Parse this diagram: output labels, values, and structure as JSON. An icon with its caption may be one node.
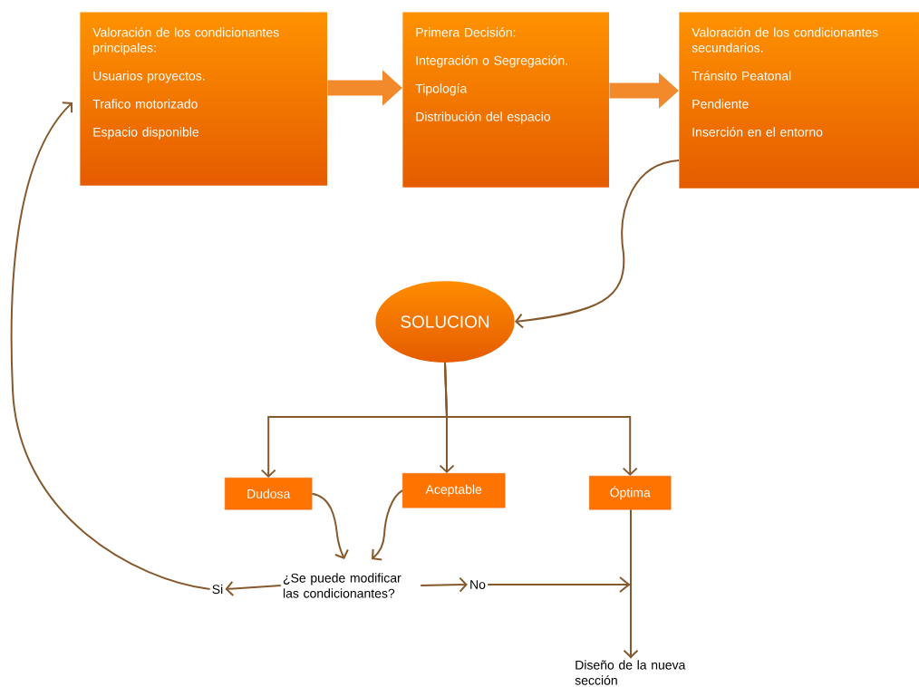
{
  "diagram": {
    "nodes": [
      {
        "text": [
          "Valoración de los condicionantes principales:",
          "Usuarios proyectos.",
          "Trafico motorizado",
          "Espacio disponible"
        ]
      },
      {
        "text": [
          "Primera Decisión:",
          "Integración o Segregación.",
          "Tipología",
          "Distribución del espacio"
        ]
      },
      {
        "text": [
          "Valoración de los condicionantes secundarios.",
          "Tránsito Peatonal",
          "Pendiente",
          "Inserción en el entorno"
        ]
      },
      {
        "text": [
          "SOLUCION"
        ]
      },
      {
        "text": [
          "Dudosa"
        ]
      },
      {
        "text": [
          "Aceptable"
        ]
      },
      {
        "text": [
          "Óptima"
        ]
      },
      {
        "text": [
          "¿Se puede modificar las condicionantes?"
        ]
      },
      {
        "text": [
          "Si"
        ]
      },
      {
        "text": [
          "No"
        ]
      },
      {
        "text": [
          "Diseño de la nueva sección"
        ]
      }
    ],
    "edges": [
      {
        "from": 0,
        "to": 1,
        "arrow": "to",
        "style": "thick",
        "color": "#f28a2c"
      },
      {
        "from": 1,
        "to": 2,
        "arrow": "to",
        "style": "thick",
        "color": "#f28a2c"
      },
      {
        "from": 2,
        "to": 3,
        "arrow": "to"
      },
      {
        "from": 3,
        "to": 4,
        "arrow": "to"
      },
      {
        "from": 3,
        "to": 5,
        "arrow": "to"
      },
      {
        "from": 3,
        "to": 6,
        "arrow": "to"
      },
      {
        "from": 4,
        "to": 7,
        "arrow": "to"
      },
      {
        "from": 5,
        "to": 7,
        "arrow": "to"
      },
      {
        "from": 7,
        "to": 8,
        "arrow": "to"
      },
      {
        "from": 7,
        "to": 9,
        "arrow": "to"
      },
      {
        "from": 9,
        "to": 10,
        "arrow": "to"
      },
      {
        "from": 6,
        "to": 10,
        "arrow": "to"
      },
      {
        "from": 8,
        "to": 0,
        "arrow": "to"
      }
    ]
  }
}
